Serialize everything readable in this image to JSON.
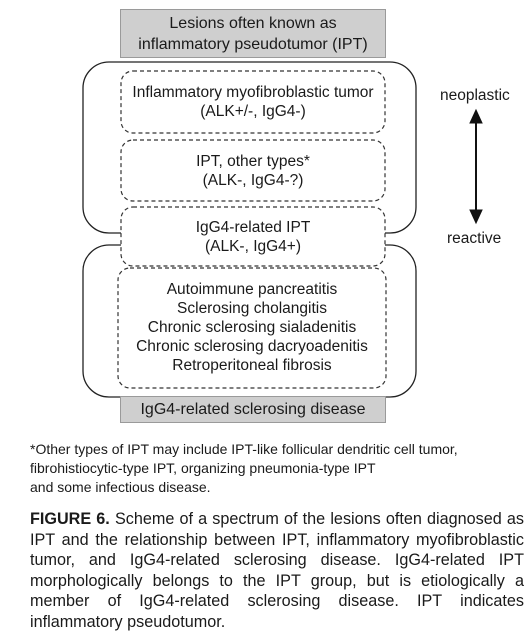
{
  "diagram": {
    "top_label": [
      "Lesions often known as",
      "inflammatory pseudotumor (IPT)"
    ],
    "boxes": [
      {
        "lines": [
          "Inflammatory myofibroblastic tumor",
          "(ALK+/-, IgG4-)"
        ]
      },
      {
        "lines": [
          "IPT, other types*",
          "(ALK-, IgG4-?)"
        ]
      },
      {
        "lines": [
          "IgG4-related IPT",
          "(ALK-, IgG4+)"
        ]
      },
      {
        "lines": [
          "Autoimmune pancreatitis",
          "Sclerosing cholangitis",
          "Chronic sclerosing sialadenitis",
          "Chronic sclerosing dacryoadenitis",
          "Retroperitoneal fibrosis"
        ]
      }
    ],
    "bottom_label": "IgG4-related sclerosing disease",
    "axis_top": "neoplastic",
    "axis_bottom": "reactive"
  },
  "footnote": [
    "*Other types of IPT may include IPT-like follicular dendritic cell tumor,",
    "fibrohistiocytic-type IPT, organizing pneumonia-type IPT",
    "and some infectious disease."
  ],
  "caption": {
    "figure_label": "FIGURE 6.",
    "text": "Scheme of a spectrum of the lesions often diagnosed as IPT and the relationship between IPT, inflammatory myofibroblastic tumor, and IgG4-related sclerosing disease. IgG4-related IPT morphologically belongs to the IPT group, but is etiologically a member of IgG4-related sclerosing disease. IPT indicates inflammatory pseudotumor."
  }
}
